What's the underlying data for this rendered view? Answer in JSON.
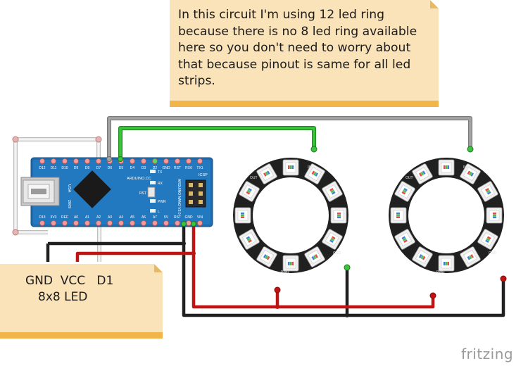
{
  "note_top": {
    "text": "In this circuit I'm using 12 led ring because there is no 8 led ring available here so you don't need to worry about that because pinout is same for all led strips."
  },
  "note_bottom": {
    "line1": "GND  VCC   D1",
    "line2": "8x8 LED"
  },
  "arduino": {
    "top_pins": [
      "D12",
      "D11",
      "D10",
      "D9",
      "D8",
      "D7",
      "D6",
      "D5",
      "D4",
      "D3",
      "D2",
      "GND",
      "RST",
      "RX0",
      "TX1"
    ],
    "bottom_pins": [
      "D13",
      "3V3",
      "REF",
      "A0",
      "A1",
      "A2",
      "A3",
      "A4",
      "A5",
      "A6",
      "A7",
      "5V",
      "RST",
      "GND",
      "VIN"
    ],
    "label_usa": "USA",
    "label_year": "2009",
    "label_brand": "ARDUINO.CC",
    "label_model": "ARDUINO NANO V3.0",
    "label_icsp": "ICSP",
    "label_tx": "TX",
    "label_rx": "RX",
    "label_rst": "RST",
    "label_pwr": "PWR",
    "label_l": "L"
  },
  "ring": {
    "label_in": "IN",
    "label_out": "OUT",
    "label_gnd": "GND",
    "label_pwr": "PWR"
  },
  "wire_colors": {
    "gray": "#8d8d8d",
    "green": "#2fb52f",
    "red": "#c81616",
    "black": "#262626",
    "white": "#d8d8d8"
  },
  "logo": "fritzing"
}
